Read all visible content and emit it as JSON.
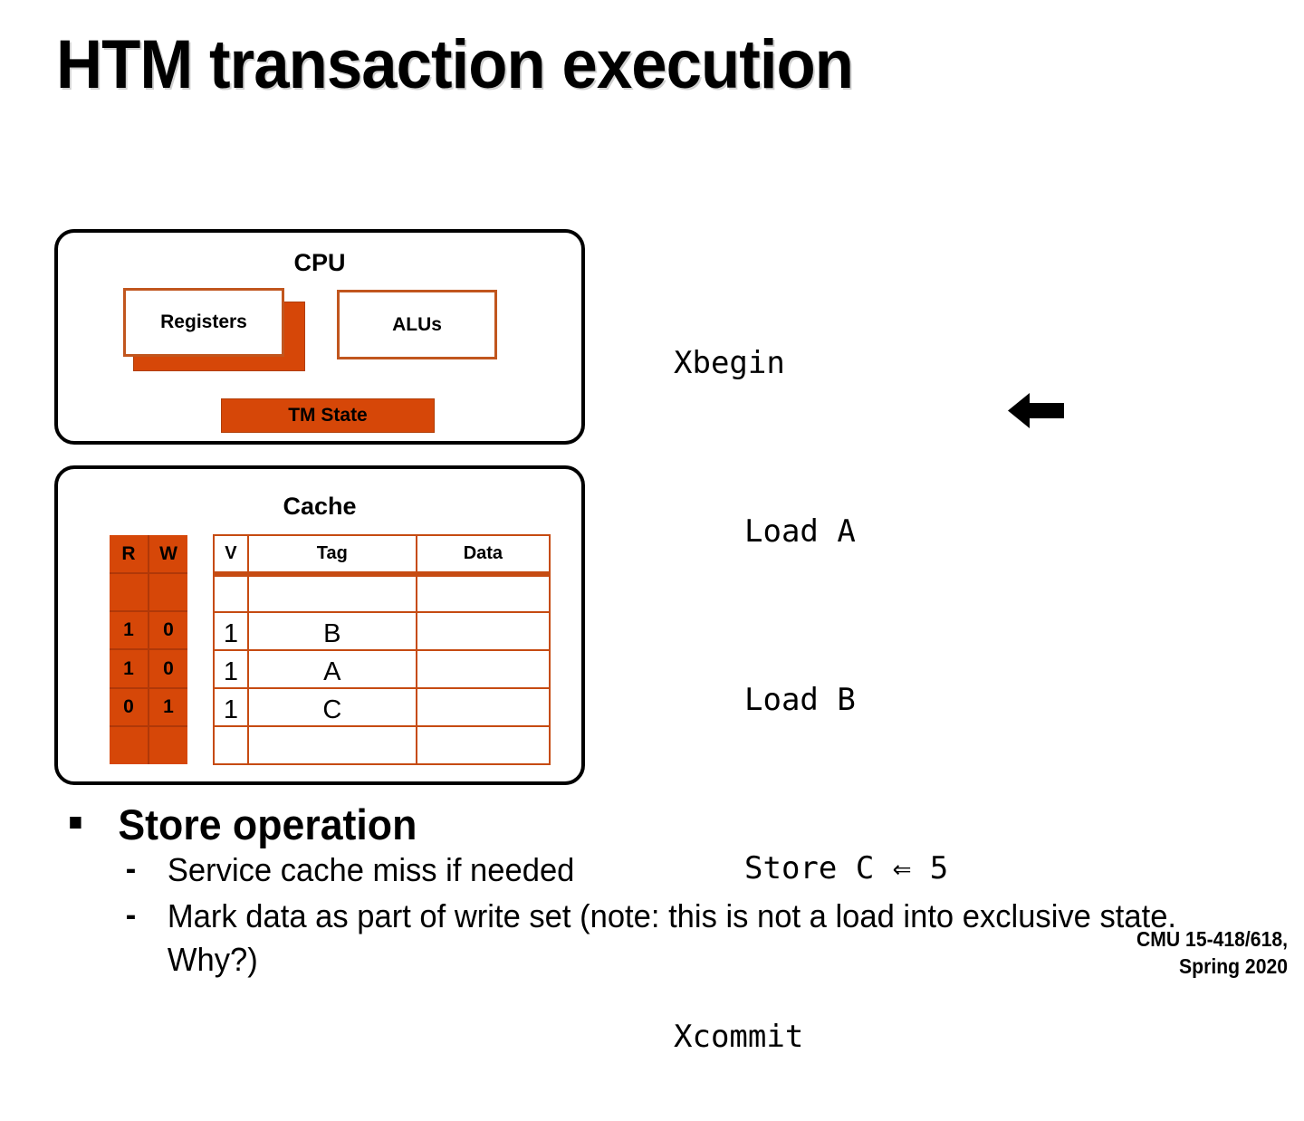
{
  "slide": {
    "title": "HTM transaction execution",
    "footer": {
      "line1": "CMU 15-418/618,",
      "line2": "Spring 2020"
    }
  },
  "cpu": {
    "title": "CPU",
    "registers_label": "Registers",
    "alus_label": "ALUs",
    "tm_state_label": "TM State"
  },
  "cache": {
    "title": "Cache",
    "rw_headers": [
      "R",
      "W"
    ],
    "rw_rows": [
      [
        "",
        ""
      ],
      [
        "1",
        "0"
      ],
      [
        "1",
        "0"
      ],
      [
        "0",
        "1"
      ],
      [
        "",
        ""
      ]
    ],
    "vtd_headers": [
      "V",
      "Tag",
      "Data"
    ],
    "vtd_rows": [
      [
        "",
        "",
        ""
      ],
      [
        "1",
        "B",
        ""
      ],
      [
        "1",
        "A",
        ""
      ],
      [
        "1",
        "C",
        ""
      ],
      [
        "",
        "",
        ""
      ]
    ]
  },
  "code": {
    "lines": [
      "Xbegin",
      "Load A",
      "Load B",
      "Store C ⇐ 5",
      "Xcommit"
    ],
    "arrow_icon": "left-arrow-icon"
  },
  "bullets": {
    "level1": "Store operation",
    "dash": "-",
    "sub": [
      "Service cache miss if needed",
      "Mark data as part of write set (note: this is not a load into exclusive state. Why?)"
    ]
  },
  "colors": {
    "orange_fill": "#D64708",
    "orange_border": "#C1561E",
    "orange_grid": "#B03808",
    "table_border": "#C64B12",
    "black": "#000000"
  }
}
